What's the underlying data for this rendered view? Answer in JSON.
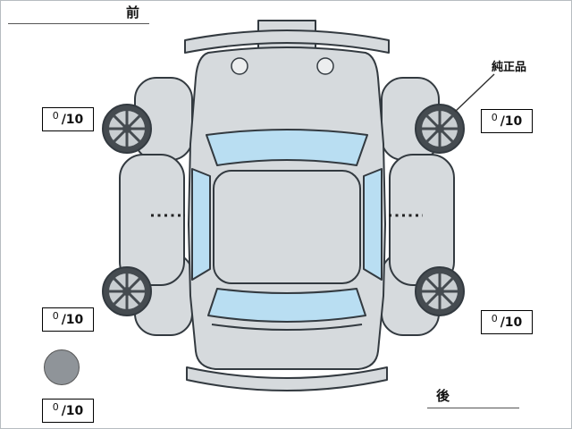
{
  "labels": {
    "front": "前",
    "rear": "後",
    "genuine_part": "純正品"
  },
  "scores": {
    "front_left": {
      "value": "0",
      "max": "/10"
    },
    "front_right": {
      "value": "0",
      "max": "/10"
    },
    "rear_left": {
      "value": "0",
      "max": "/10"
    },
    "rear_right": {
      "value": "0",
      "max": "/10"
    },
    "spare": {
      "value": "0",
      "max": "/10"
    }
  },
  "colors": {
    "body_fill": "#d6dadd",
    "window_fill": "#b9def2",
    "outline": "#333a40",
    "wheel_dark": "#454b50",
    "wheel_rim": "#c9ced1",
    "spare_fill": "#8f9499",
    "frame_border": "#b7bcc0"
  }
}
